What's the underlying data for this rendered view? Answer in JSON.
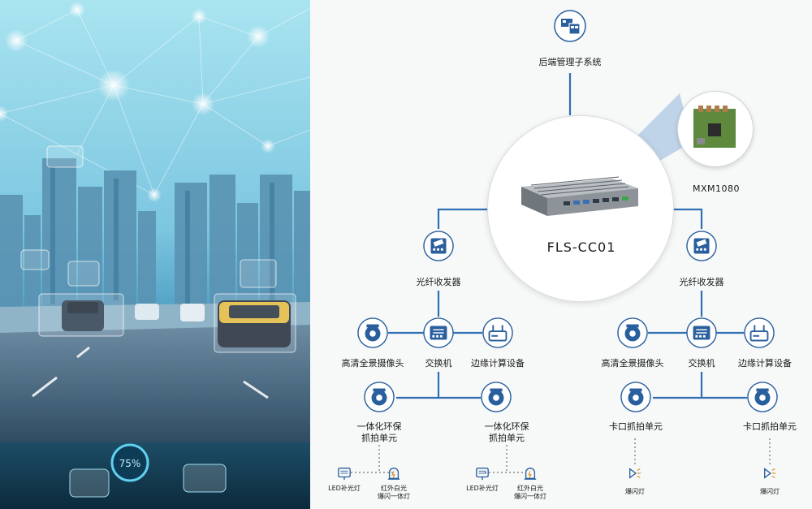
{
  "backend": {
    "label": "后端管理子系统"
  },
  "device": {
    "label": "FLS-CC01"
  },
  "module": {
    "label": "MXM1080"
  },
  "hud": {
    "speed": "75%"
  },
  "left_branch": {
    "transceiver": "光纤收发器",
    "camera": "高清全景摄像头",
    "switch": "交换机",
    "edge": "边缘计算设备",
    "capture_a": "一体化环保\n抓拍单元",
    "capture_b": "一体化环保\n抓拍单元",
    "led_a": "LED补光灯",
    "ir_a": "红外白光\n爆闪一体灯",
    "led_b": "LED补光灯",
    "ir_b": "红外白光\n爆闪一体灯"
  },
  "right_branch": {
    "transceiver": "光纤收发器",
    "camera": "高清全景摄像头",
    "switch": "交换机",
    "edge": "边缘计算设备",
    "checkpoint_a": "卡口抓拍单元",
    "checkpoint_b": "卡口抓拍单元",
    "flash_a": "爆闪灯",
    "flash_b": "爆闪灯"
  },
  "colors": {
    "line": "#2f6fb3",
    "icon": "#2a5f9e",
    "icon_bg": "#ffffff",
    "photo_sky": "#8fd3e8"
  }
}
